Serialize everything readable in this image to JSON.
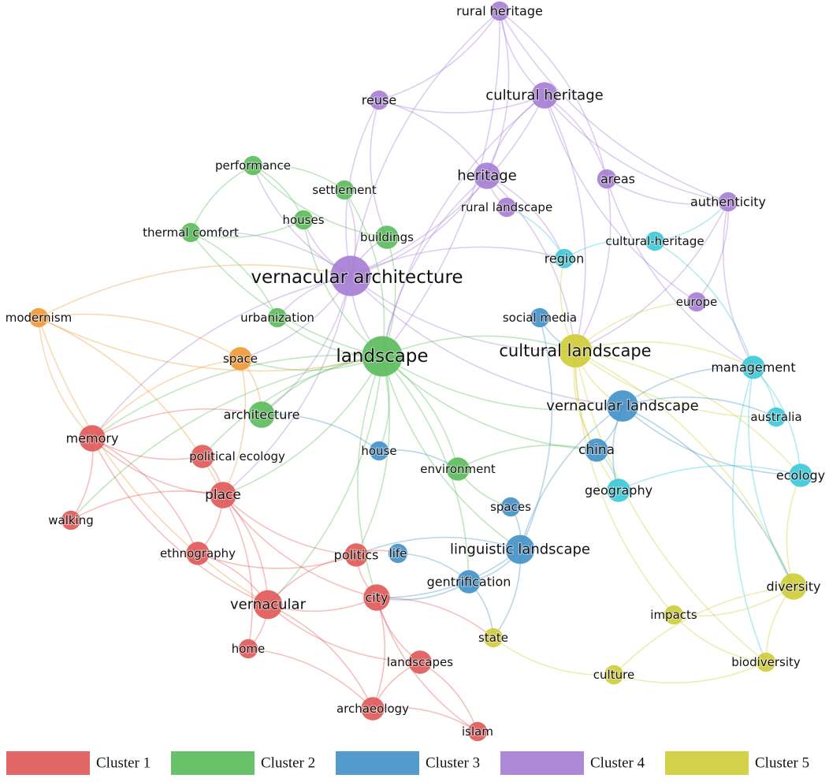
{
  "colors": {
    "c1": "#e25a5a",
    "c2": "#5cbd5c",
    "c3": "#4592c9",
    "c4": "#a67fd4",
    "c5": "#cfcc3a",
    "c6": "#3cc9d9",
    "c7": "#f09a3a"
  },
  "legend": [
    {
      "label": "Cluster 1",
      "cluster": "c1"
    },
    {
      "label": "Cluster 2",
      "cluster": "c2"
    },
    {
      "label": "Cluster 3",
      "cluster": "c3"
    },
    {
      "label": "Cluster 4",
      "cluster": "c4"
    },
    {
      "label": "Cluster 5",
      "cluster": "c5"
    }
  ],
  "nodes": [
    {
      "id": "rural-heritage",
      "label": "rural heritage",
      "cluster": "c4",
      "weight": 1
    },
    {
      "id": "reuse",
      "label": "reuse",
      "cluster": "c4",
      "weight": 1
    },
    {
      "id": "cultural-heritage",
      "label": "cultural heritage",
      "cluster": "c4",
      "weight": 3
    },
    {
      "id": "heritage",
      "label": "heritage",
      "cluster": "c4",
      "weight": 3
    },
    {
      "id": "areas",
      "label": "areas",
      "cluster": "c4",
      "weight": 1
    },
    {
      "id": "authenticity",
      "label": "authenticity",
      "cluster": "c4",
      "weight": 1
    },
    {
      "id": "rural-landscape",
      "label": "rural landscape",
      "cluster": "c4",
      "weight": 1
    },
    {
      "id": "europe",
      "label": "europe",
      "cluster": "c4",
      "weight": 1
    },
    {
      "id": "vernacular-architecture",
      "label": "vernacular architecture",
      "cluster": "c4",
      "weight": 10
    },
    {
      "id": "performance",
      "label": "performance",
      "cluster": "c2",
      "weight": 1
    },
    {
      "id": "settlement",
      "label": "settlement",
      "cluster": "c2",
      "weight": 1
    },
    {
      "id": "houses",
      "label": "houses",
      "cluster": "c2",
      "weight": 1
    },
    {
      "id": "thermal-comfort",
      "label": "thermal comfort",
      "cluster": "c2",
      "weight": 1
    },
    {
      "id": "buildings",
      "label": "buildings",
      "cluster": "c2",
      "weight": 2
    },
    {
      "id": "urbanization",
      "label": "urbanization",
      "cluster": "c2",
      "weight": 1
    },
    {
      "id": "landscape",
      "label": "landscape",
      "cluster": "c2",
      "weight": 10
    },
    {
      "id": "architecture",
      "label": "architecture",
      "cluster": "c2",
      "weight": 3
    },
    {
      "id": "environment",
      "label": "environment",
      "cluster": "c2",
      "weight": 2
    },
    {
      "id": "modernism",
      "label": "modernism",
      "cluster": "c7",
      "weight": 1
    },
    {
      "id": "space",
      "label": "space",
      "cluster": "c7",
      "weight": 2
    },
    {
      "id": "region",
      "label": "region",
      "cluster": "c6",
      "weight": 1
    },
    {
      "id": "cultural-heritage-2",
      "label": "cultural-heritage",
      "cluster": "c6",
      "weight": 1
    },
    {
      "id": "social-media",
      "label": "social media",
      "cluster": "c3",
      "weight": 1
    },
    {
      "id": "cultural-landscape",
      "label": "cultural landscape",
      "cluster": "c5",
      "weight": 6
    },
    {
      "id": "management",
      "label": "management",
      "cluster": "c6",
      "weight": 2
    },
    {
      "id": "vernacular-landscape",
      "label": "vernacular landscape",
      "cluster": "c3",
      "weight": 5
    },
    {
      "id": "australia",
      "label": "australia",
      "cluster": "c6",
      "weight": 1
    },
    {
      "id": "china",
      "label": "china",
      "cluster": "c3",
      "weight": 2
    },
    {
      "id": "ecology",
      "label": "ecology",
      "cluster": "c6",
      "weight": 2
    },
    {
      "id": "geography",
      "label": "geography",
      "cluster": "c6",
      "weight": 2
    },
    {
      "id": "spaces",
      "label": "spaces",
      "cluster": "c3",
      "weight": 1
    },
    {
      "id": "linguistic-landscape",
      "label": "linguistic landscape",
      "cluster": "c3",
      "weight": 4
    },
    {
      "id": "gentrification",
      "label": "gentrification",
      "cluster": "c3",
      "weight": 2
    },
    {
      "id": "house",
      "label": "house",
      "cluster": "c3",
      "weight": 1
    },
    {
      "id": "memory",
      "label": "memory",
      "cluster": "c1",
      "weight": 3
    },
    {
      "id": "political-ecology",
      "label": "political ecology",
      "cluster": "c1",
      "weight": 2
    },
    {
      "id": "place",
      "label": "place",
      "cluster": "c1",
      "weight": 3
    },
    {
      "id": "walking",
      "label": "walking",
      "cluster": "c1",
      "weight": 1
    },
    {
      "id": "ethnography",
      "label": "ethnography",
      "cluster": "c1",
      "weight": 2
    },
    {
      "id": "politics",
      "label": "politics",
      "cluster": "c1",
      "weight": 2
    },
    {
      "id": "life",
      "label": "life",
      "cluster": "c3",
      "weight": 1
    },
    {
      "id": "vernacular",
      "label": "vernacular",
      "cluster": "c1",
      "weight": 4
    },
    {
      "id": "city",
      "label": "city",
      "cluster": "c1",
      "weight": 3
    },
    {
      "id": "home",
      "label": "home",
      "cluster": "c1",
      "weight": 1
    },
    {
      "id": "landscapes",
      "label": "landscapes",
      "cluster": "c1",
      "weight": 2
    },
    {
      "id": "archaeology",
      "label": "archaeology",
      "cluster": "c1",
      "weight": 2
    },
    {
      "id": "islam",
      "label": "islam",
      "cluster": "c1",
      "weight": 1
    },
    {
      "id": "state",
      "label": "state",
      "cluster": "c5",
      "weight": 1
    },
    {
      "id": "diversity",
      "label": "diversity",
      "cluster": "c5",
      "weight": 3
    },
    {
      "id": "impacts",
      "label": "impacts",
      "cluster": "c5",
      "weight": 1
    },
    {
      "id": "biodiversity",
      "label": "biodiversity",
      "cluster": "c5",
      "weight": 1
    },
    {
      "id": "culture",
      "label": "culture",
      "cluster": "c5",
      "weight": 1
    }
  ],
  "edges": [
    [
      "rural-heritage",
      "reuse"
    ],
    [
      "rural-heritage",
      "cultural-heritage"
    ],
    [
      "rural-heritage",
      "heritage"
    ],
    [
      "rural-heritage",
      "vernacular-architecture"
    ],
    [
      "rural-heritage",
      "areas"
    ],
    [
      "rural-heritage",
      "authenticity"
    ],
    [
      "rural-heritage",
      "landscape"
    ],
    [
      "cultural-heritage",
      "heritage"
    ],
    [
      "cultural-heritage",
      "vernacular-architecture"
    ],
    [
      "cultural-heritage",
      "authenticity"
    ],
    [
      "cultural-heritage",
      "areas"
    ],
    [
      "cultural-heritage",
      "landscape"
    ],
    [
      "cultural-heritage",
      "reuse"
    ],
    [
      "cultural-heritage",
      "europe"
    ],
    [
      "cultural-heritage",
      "cultural-landscape"
    ],
    [
      "reuse",
      "vernacular-architecture"
    ],
    [
      "reuse",
      "heritage"
    ],
    [
      "reuse",
      "buildings"
    ],
    [
      "heritage",
      "vernacular-architecture"
    ],
    [
      "heritage",
      "landscape"
    ],
    [
      "heritage",
      "cultural-landscape"
    ],
    [
      "heritage",
      "rural-landscape"
    ],
    [
      "heritage",
      "region"
    ],
    [
      "areas",
      "authenticity"
    ],
    [
      "areas",
      "cultural-landscape"
    ],
    [
      "areas",
      "management"
    ],
    [
      "authenticity",
      "europe"
    ],
    [
      "authenticity",
      "management"
    ],
    [
      "authenticity",
      "cultural-landscape"
    ],
    [
      "vernacular-architecture",
      "landscape"
    ],
    [
      "vernacular-architecture",
      "performance"
    ],
    [
      "vernacular-architecture",
      "thermal-comfort"
    ],
    [
      "vernacular-architecture",
      "houses"
    ],
    [
      "vernacular-architecture",
      "settlement"
    ],
    [
      "vernacular-architecture",
      "buildings"
    ],
    [
      "vernacular-architecture",
      "urbanization"
    ],
    [
      "vernacular-architecture",
      "architecture"
    ],
    [
      "vernacular-architecture",
      "cultural-landscape"
    ],
    [
      "vernacular-architecture",
      "space"
    ],
    [
      "vernacular-architecture",
      "memory"
    ],
    [
      "vernacular-architecture",
      "place"
    ],
    [
      "vernacular-architecture",
      "vernacular-landscape"
    ],
    [
      "vernacular-architecture",
      "region"
    ],
    [
      "performance",
      "thermal-comfort"
    ],
    [
      "performance",
      "houses"
    ],
    [
      "performance",
      "buildings"
    ],
    [
      "performance",
      "settlement"
    ],
    [
      "thermal-comfort",
      "houses"
    ],
    [
      "thermal-comfort",
      "urbanization"
    ],
    [
      "thermal-comfort",
      "landscape"
    ],
    [
      "settlement",
      "landscape"
    ],
    [
      "houses",
      "landscape"
    ],
    [
      "buildings",
      "landscape"
    ],
    [
      "urbanization",
      "landscape"
    ],
    [
      "landscape",
      "cultural-landscape"
    ],
    [
      "landscape",
      "architecture"
    ],
    [
      "landscape",
      "environment"
    ],
    [
      "landscape",
      "memory"
    ],
    [
      "landscape",
      "place"
    ],
    [
      "landscape",
      "vernacular-landscape"
    ],
    [
      "landscape",
      "house"
    ],
    [
      "landscape",
      "political-ecology"
    ],
    [
      "landscape",
      "politics"
    ],
    [
      "landscape",
      "city"
    ],
    [
      "landscape",
      "vernacular"
    ],
    [
      "landscape",
      "linguistic-landscape"
    ],
    [
      "landscape",
      "space"
    ],
    [
      "landscape",
      "china"
    ],
    [
      "landscape",
      "gentrification"
    ],
    [
      "landscape",
      "walking"
    ],
    [
      "modernism",
      "space"
    ],
    [
      "modernism",
      "memory"
    ],
    [
      "modernism",
      "vernacular-architecture"
    ],
    [
      "modernism",
      "landscape"
    ],
    [
      "modernism",
      "place"
    ],
    [
      "modernism",
      "vernacular"
    ],
    [
      "space",
      "architecture"
    ],
    [
      "space",
      "memory"
    ],
    [
      "space",
      "place"
    ],
    [
      "cultural-landscape",
      "vernacular-landscape"
    ],
    [
      "cultural-landscape",
      "management"
    ],
    [
      "cultural-landscape",
      "australia"
    ],
    [
      "cultural-landscape",
      "europe"
    ],
    [
      "cultural-landscape",
      "china"
    ],
    [
      "cultural-landscape",
      "diversity"
    ],
    [
      "cultural-landscape",
      "biodiversity"
    ],
    [
      "cultural-landscape",
      "ecology"
    ],
    [
      "cultural-landscape",
      "geography"
    ],
    [
      "cultural-landscape",
      "region"
    ],
    [
      "cultural-landscape",
      "impacts"
    ],
    [
      "vernacular-landscape",
      "china"
    ],
    [
      "vernacular-landscape",
      "geography"
    ],
    [
      "vernacular-landscape",
      "management"
    ],
    [
      "vernacular-landscape",
      "linguistic-landscape"
    ],
    [
      "vernacular-landscape",
      "australia"
    ],
    [
      "vernacular-landscape",
      "ecology"
    ],
    [
      "vernacular-landscape",
      "diversity"
    ],
    [
      "management",
      "diversity"
    ],
    [
      "management",
      "ecology"
    ],
    [
      "management",
      "biodiversity"
    ],
    [
      "management",
      "australia"
    ],
    [
      "diversity",
      "biodiversity"
    ],
    [
      "diversity",
      "impacts"
    ],
    [
      "diversity",
      "culture"
    ],
    [
      "diversity",
      "ecology"
    ],
    [
      "impacts",
      "biodiversity"
    ],
    [
      "culture",
      "state"
    ],
    [
      "culture",
      "biodiversity"
    ],
    [
      "linguistic-landscape",
      "gentrification"
    ],
    [
      "linguistic-landscape",
      "spaces"
    ],
    [
      "linguistic-landscape",
      "city"
    ],
    [
      "linguistic-landscape",
      "social-media"
    ],
    [
      "linguistic-landscape",
      "state"
    ],
    [
      "linguistic-landscape",
      "politics"
    ],
    [
      "gentrification",
      "city"
    ],
    [
      "gentrification",
      "life"
    ],
    [
      "gentrification",
      "state"
    ],
    [
      "memory",
      "place"
    ],
    [
      "memory",
      "walking"
    ],
    [
      "memory",
      "political-ecology"
    ],
    [
      "memory",
      "ethnography"
    ],
    [
      "memory",
      "vernacular"
    ],
    [
      "memory",
      "architecture"
    ],
    [
      "place",
      "walking"
    ],
    [
      "place",
      "ethnography"
    ],
    [
      "place",
      "political-ecology"
    ],
    [
      "place",
      "vernacular"
    ],
    [
      "place",
      "politics"
    ],
    [
      "place",
      "home"
    ],
    [
      "place",
      "city"
    ],
    [
      "ethnography",
      "vernacular"
    ],
    [
      "ethnography",
      "politics"
    ],
    [
      "vernacular",
      "home"
    ],
    [
      "vernacular",
      "city"
    ],
    [
      "vernacular",
      "archaeology"
    ],
    [
      "vernacular",
      "landscapes"
    ],
    [
      "vernacular",
      "politics"
    ],
    [
      "politics",
      "city"
    ],
    [
      "politics",
      "life"
    ],
    [
      "city",
      "landscapes"
    ],
    [
      "city",
      "archaeology"
    ],
    [
      "city",
      "islam"
    ],
    [
      "city",
      "state"
    ],
    [
      "landscapes",
      "archaeology"
    ],
    [
      "landscapes",
      "islam"
    ],
    [
      "archaeology",
      "home"
    ],
    [
      "archaeology",
      "islam"
    ],
    [
      "house",
      "architecture"
    ],
    [
      "house",
      "environment"
    ],
    [
      "environment",
      "spaces"
    ],
    [
      "environment",
      "china"
    ],
    [
      "geography",
      "china"
    ],
    [
      "geography",
      "ecology"
    ],
    [
      "social-media",
      "cultural-landscape"
    ],
    [
      "region",
      "cultural-heritage-2"
    ],
    [
      "region",
      "rural-landscape"
    ],
    [
      "cultural-heritage-2",
      "management"
    ],
    [
      "cultural-heritage-2",
      "authenticity"
    ]
  ]
}
